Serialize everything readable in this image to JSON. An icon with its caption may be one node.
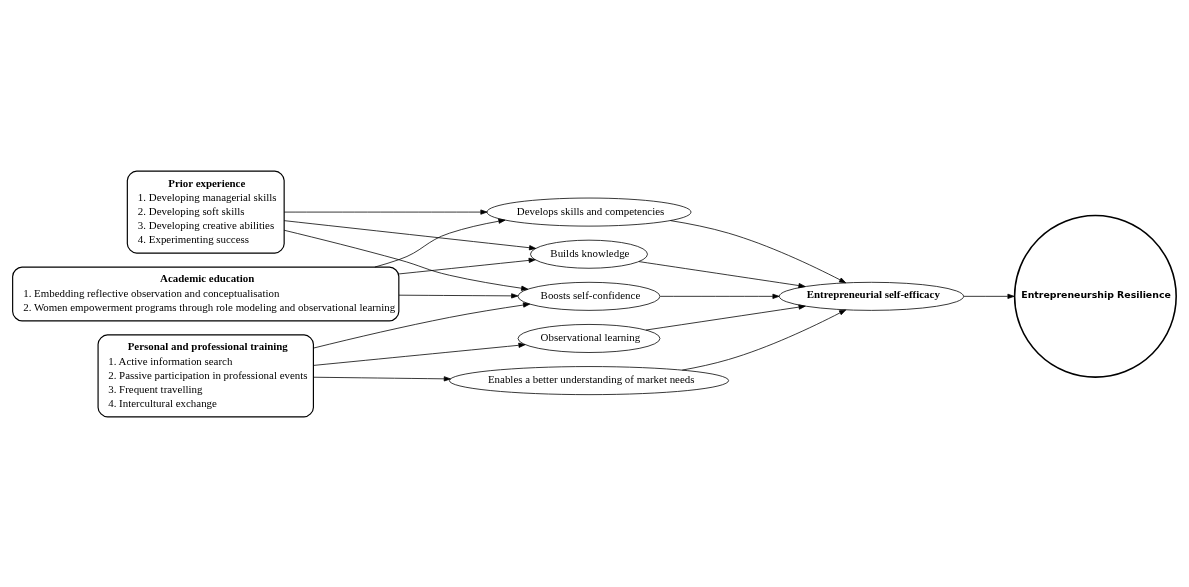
{
  "diagram": {
    "nodes": [
      {
        "text": [
          "Academic education",
          "1. Embedding reflective observation and conceptualisation",
          "2. Women empowerment programs through role modeling and observational learning"
        ]
      },
      {
        "text": [
          "Personal and professional training",
          "1. Active information search",
          "2. Passive participation in professional events",
          "3. Frequent travelling",
          "4. Intercultural exchange"
        ]
      },
      {
        "text": [
          "Prior experience",
          "1. Developing managerial skills",
          "2. Developing soft skills",
          "3. Developing creative abilities",
          "4. Experimenting success"
        ]
      },
      {
        "text": [
          "Builds knowledge"
        ]
      },
      {
        "text": [
          "Develops skills and competencies"
        ]
      },
      {
        "text": [
          "Boosts self-confidence"
        ]
      },
      {
        "text": [
          "Enables a better understanding of market needs"
        ]
      },
      {
        "text": [
          "Observational learning"
        ]
      },
      {
        "text": [
          "Entrepreneurial self-efficacy"
        ]
      },
      {
        "text": [
          "Entrepreneurship Resilience"
        ]
      }
    ],
    "edges": [
      {
        "from": 0,
        "to": 3,
        "arrow": "to"
      },
      {
        "from": 0,
        "to": 4,
        "arrow": "to"
      },
      {
        "from": 0,
        "to": 5,
        "arrow": "to"
      },
      {
        "from": 1,
        "to": 5,
        "arrow": "to"
      },
      {
        "from": 1,
        "to": 6,
        "arrow": "to"
      },
      {
        "from": 1,
        "to": 7,
        "arrow": "to"
      },
      {
        "from": 2,
        "to": 3,
        "arrow": "to"
      },
      {
        "from": 2,
        "to": 4,
        "arrow": "to"
      },
      {
        "from": 2,
        "to": 5,
        "arrow": "to"
      },
      {
        "from": 3,
        "to": 8,
        "arrow": "to"
      },
      {
        "from": 4,
        "to": 8,
        "arrow": "to"
      },
      {
        "from": 5,
        "to": 8,
        "arrow": "to"
      },
      {
        "from": 6,
        "to": 8,
        "arrow": "to"
      },
      {
        "from": 7,
        "to": 8,
        "arrow": "to"
      },
      {
        "from": 8,
        "to": 9,
        "arrow": "to"
      }
    ]
  }
}
